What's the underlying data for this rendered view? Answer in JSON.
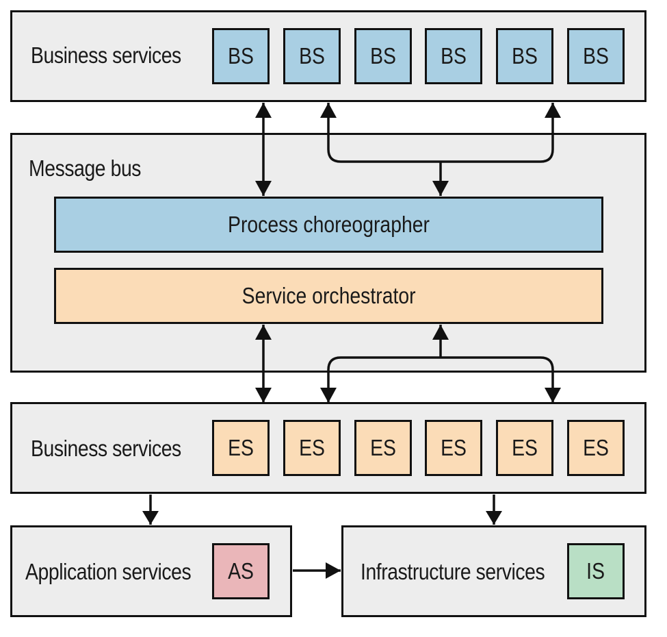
{
  "top_panel": {
    "label": "Business services",
    "boxes": [
      "BS",
      "BS",
      "BS",
      "BS",
      "BS",
      "BS"
    ]
  },
  "bus_panel": {
    "label": "Message bus",
    "choreographer": "Process choreographer",
    "orchestrator": "Service orchestrator"
  },
  "bottom_panel": {
    "label": "Business services",
    "boxes": [
      "ES",
      "ES",
      "ES",
      "ES",
      "ES",
      "ES"
    ]
  },
  "app_panel": {
    "label": "Application services",
    "box": "AS"
  },
  "infra_panel": {
    "label": "Infrastructure services",
    "box": "IS"
  },
  "colors": {
    "bs": "#a9cfe3",
    "es": "#fbdcb7",
    "as": "#eab6b9",
    "is": "#b9dfc5",
    "panel": "#ededed",
    "stroke": "#111111"
  }
}
